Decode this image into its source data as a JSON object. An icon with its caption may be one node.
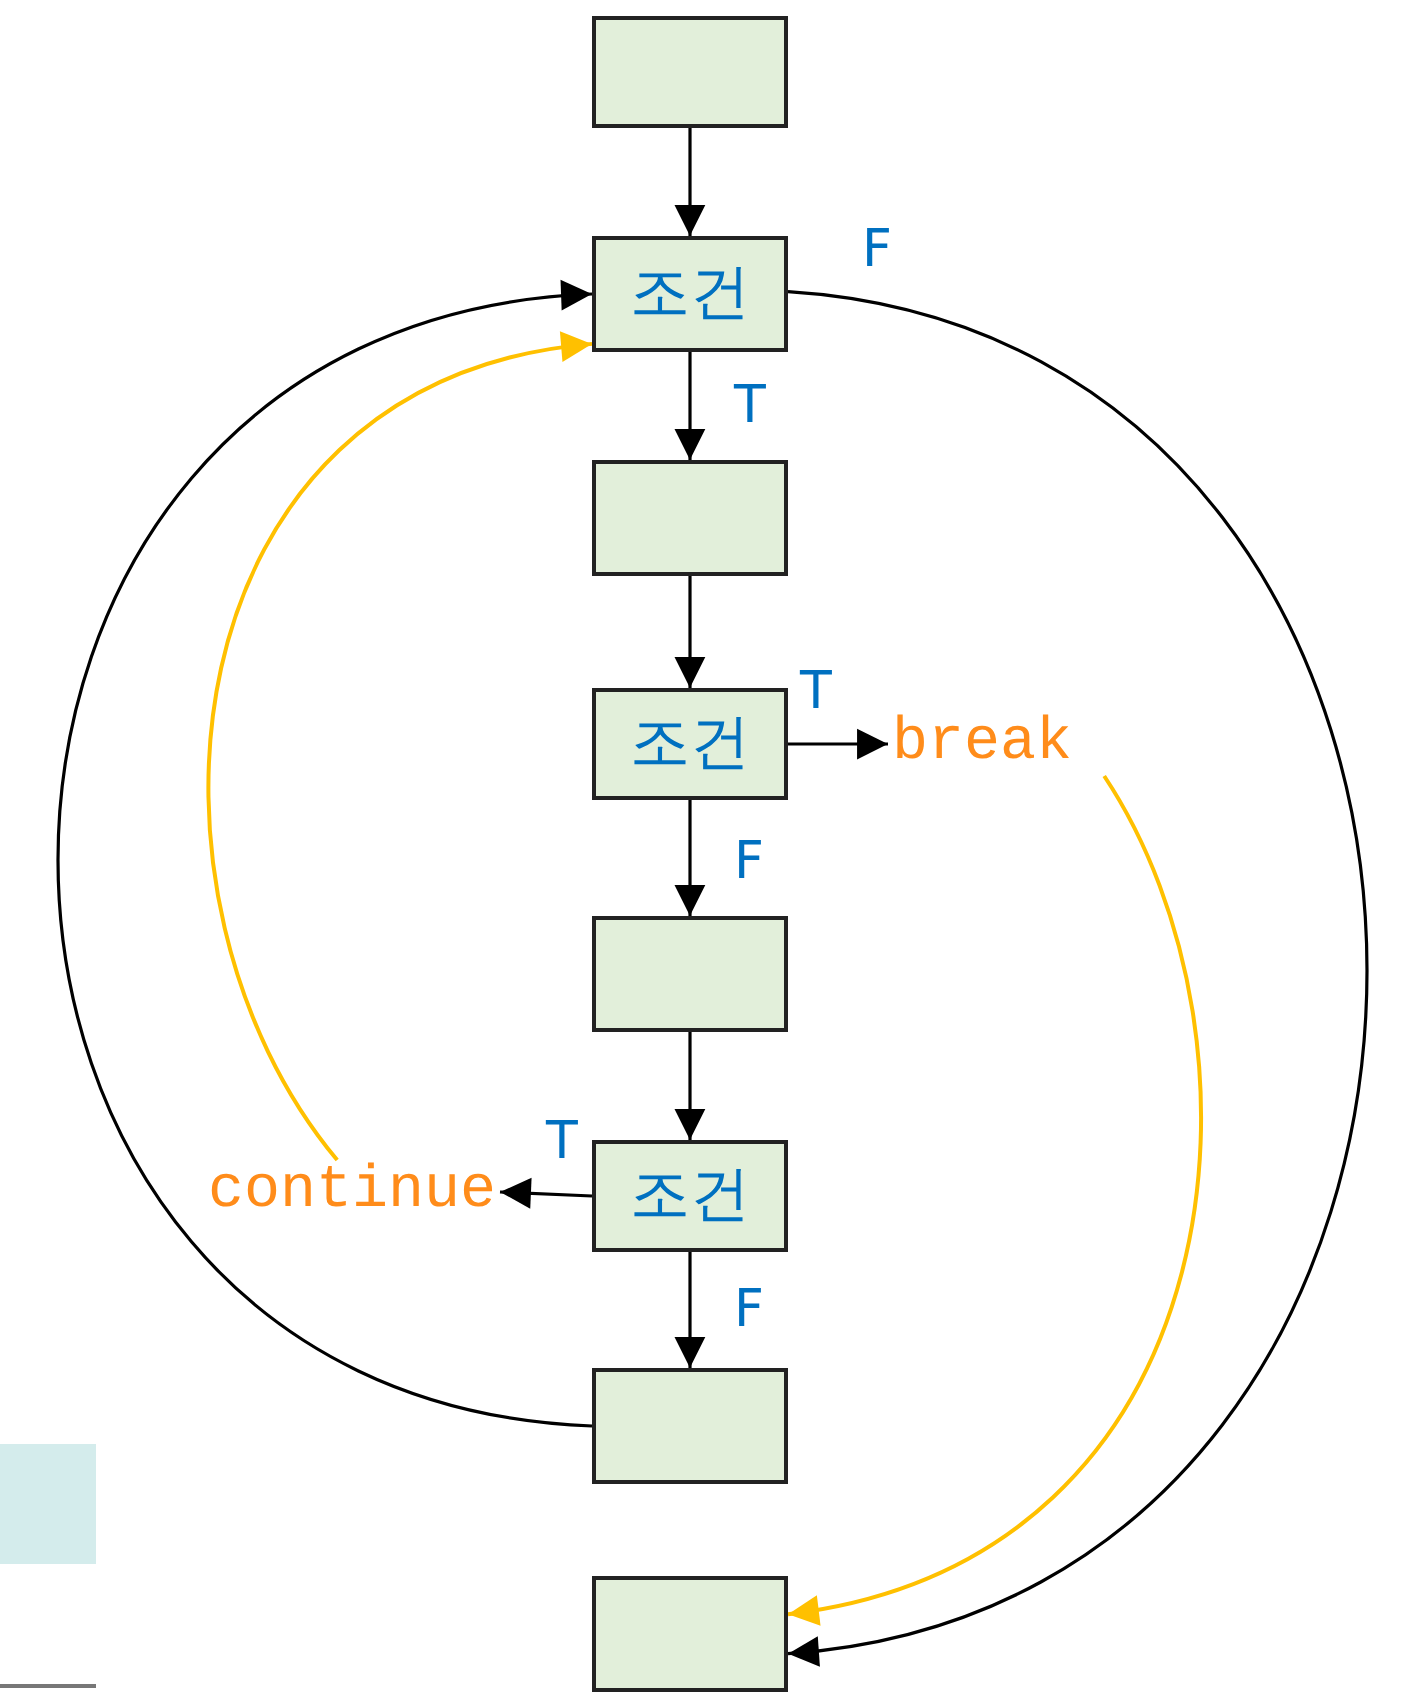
{
  "diagram": {
    "nodes": [
      {
        "text": [],
        "shape": "box"
      },
      {
        "text": [
          "조건"
        ]
      },
      {
        "text": [],
        "shape": "box"
      },
      {
        "text": [
          "조건"
        ]
      },
      {
        "text": [
          "break"
        ]
      },
      {
        "text": [],
        "shape": "box"
      },
      {
        "text": [
          "조건"
        ]
      },
      {
        "text": [
          "continue"
        ]
      },
      {
        "text": [],
        "shape": "box"
      },
      {
        "text": [],
        "shape": "box"
      }
    ],
    "edges": [
      {
        "from": 0,
        "to": 1,
        "arrow": "to"
      },
      {
        "from": 1,
        "to": 2,
        "arrow": "to",
        "label": "T"
      },
      {
        "from": 1,
        "to": 9,
        "arrow": "to",
        "label": "F"
      },
      {
        "from": 2,
        "to": 3,
        "arrow": "to"
      },
      {
        "from": 3,
        "to": 4,
        "arrow": "to",
        "label": "T"
      },
      {
        "from": 3,
        "to": 5,
        "arrow": "to",
        "label": "F"
      },
      {
        "from": 4,
        "to": 9,
        "arrow": "to",
        "color": "#ffc000"
      },
      {
        "from": 5,
        "to": 6,
        "arrow": "to"
      },
      {
        "from": 6,
        "to": 7,
        "arrow": "to",
        "label": "T"
      },
      {
        "from": 6,
        "to": 8,
        "arrow": "to",
        "label": "F"
      },
      {
        "from": 8,
        "to": 1,
        "arrow": "to"
      },
      {
        "from": 7,
        "to": 1,
        "arrow": "to",
        "color": "#ffc000"
      }
    ]
  }
}
